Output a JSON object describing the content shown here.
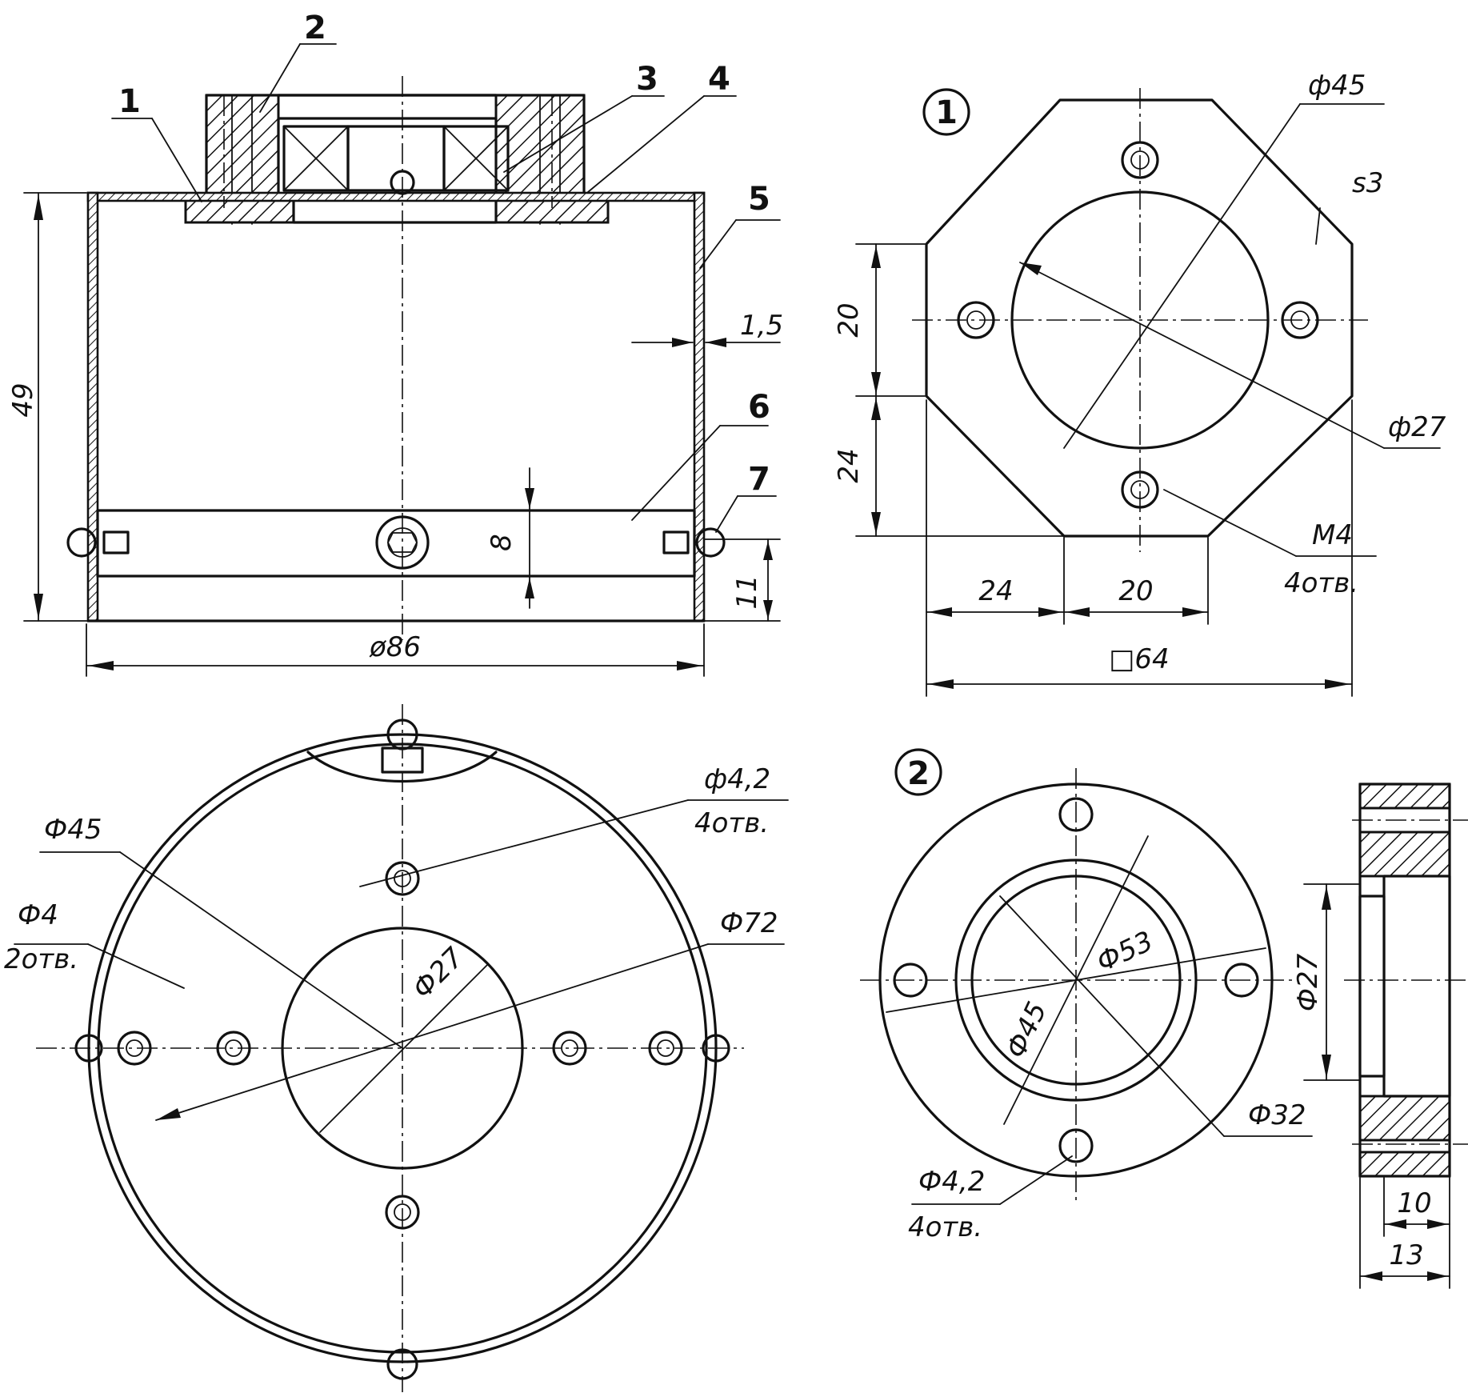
{
  "parts": {
    "p1": "1",
    "p2": "2",
    "p3": "3",
    "p4": "4",
    "p5": "5",
    "p6": "6",
    "p7": "7"
  },
  "section_view": {
    "height": "49",
    "wall": "1,5",
    "rib": "8",
    "bottom_offset": "11",
    "diameter": "ø86"
  },
  "detail1": {
    "marker": "1",
    "d_outer": "ф45",
    "thickness": "s3",
    "d_inner": "ф27",
    "d20": "20",
    "d24": "24",
    "thread": "M4",
    "thread_qty": "4отв.",
    "bottom24": "24",
    "bottom20": "20",
    "square": "□64"
  },
  "bottom_view": {
    "hole_d": "ф4,2",
    "hole_qty": "4отв.",
    "d45": "Ф45",
    "d4": "Ф4",
    "d4_qty": "2отв.",
    "d72": "Ф72",
    "d27": "Ф27"
  },
  "detail2": {
    "marker": "2",
    "d53": "Ф53",
    "d45": "Ф45",
    "d32": "Ф32",
    "hole_d": "Ф4,2",
    "hole_qty": "4отв.",
    "d27": "Ф27",
    "w10": "10",
    "w13": "13"
  }
}
